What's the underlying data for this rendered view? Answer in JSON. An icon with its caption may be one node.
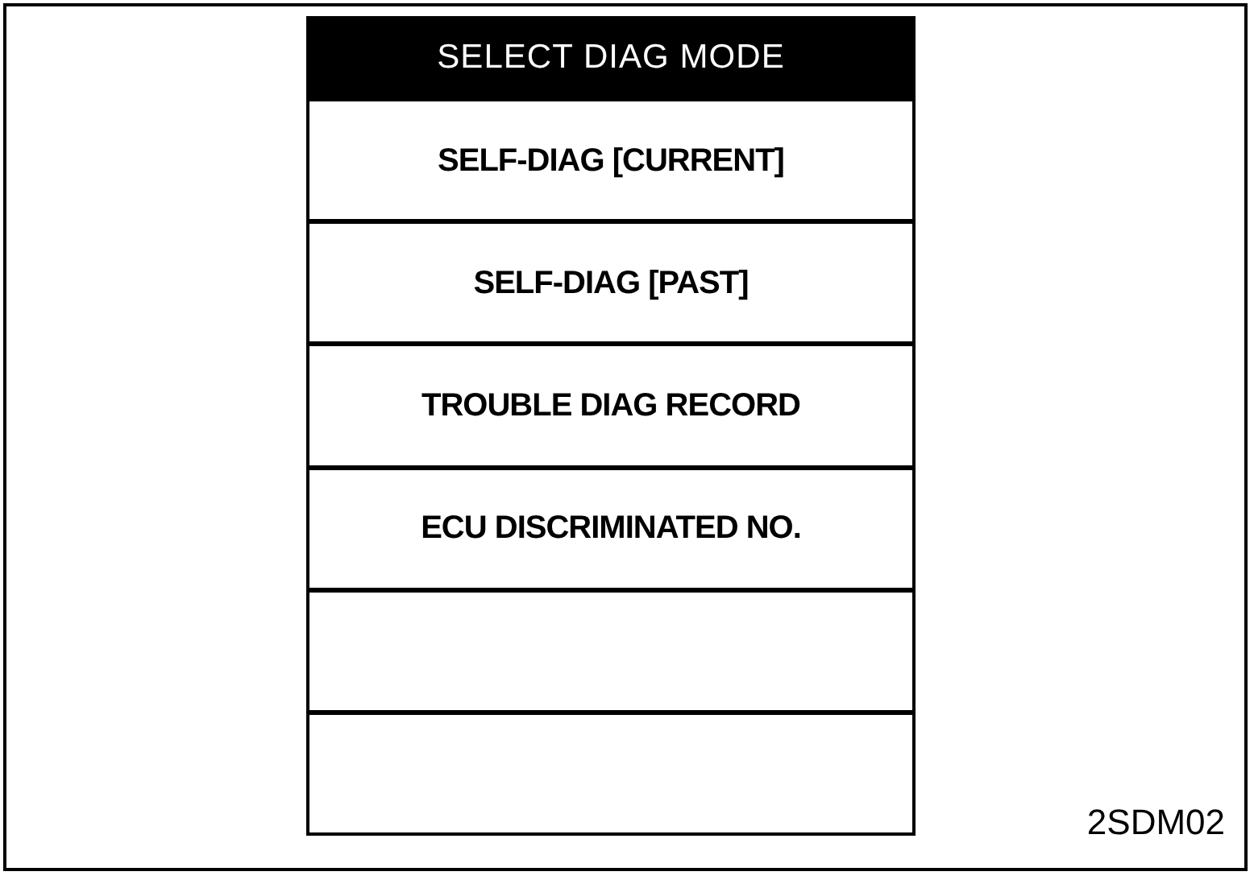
{
  "diagram": {
    "nodes": [
      {
        "text": [
          "SELECT DIAG MODE"
        ]
      },
      {
        "text": [
          "SELF-DIAG [CURRENT]"
        ]
      },
      {
        "text": [
          "SELF-DIAG [PAST]"
        ]
      },
      {
        "text": [
          "TROUBLE DIAG RECORD"
        ]
      },
      {
        "text": [
          "ECU DISCRIMINATED NO."
        ]
      },
      {
        "text": [],
        "shape": "box"
      },
      {
        "text": [],
        "shape": "box"
      }
    ],
    "labels": [
      "2SDM02"
    ]
  }
}
